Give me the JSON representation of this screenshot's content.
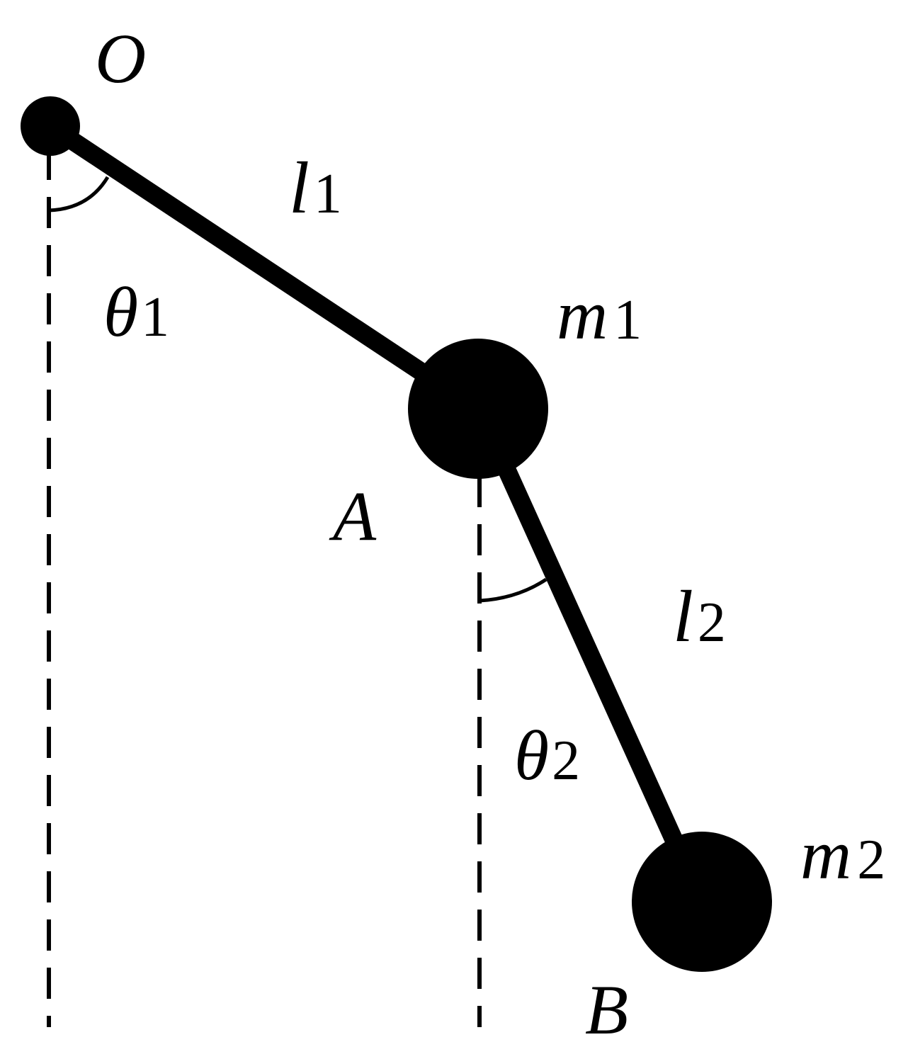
{
  "labels": {
    "pivot": "O",
    "joint": "A",
    "end": "B",
    "length1": {
      "main": "l",
      "sub": "1"
    },
    "length2": {
      "main": "l",
      "sub": "2"
    },
    "angle1": {
      "main": "θ",
      "sub": "1"
    },
    "angle2": {
      "main": "θ",
      "sub": "2"
    },
    "mass1": {
      "main": "m",
      "sub": "1"
    },
    "mass2": {
      "main": "m",
      "sub": "2"
    }
  },
  "colors": {
    "ink": "#000000",
    "background": "#ffffff"
  }
}
